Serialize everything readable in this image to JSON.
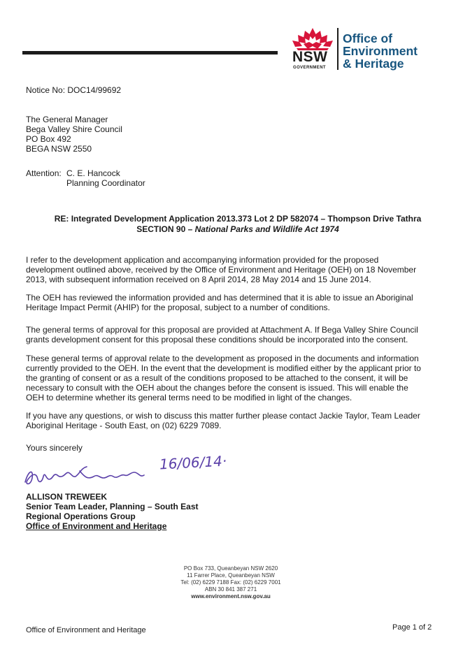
{
  "header": {
    "logo_nsw": "NSW",
    "logo_government": "GOVERNMENT",
    "agency_lines": [
      "Office of",
      "Environment",
      "& Heritage"
    ],
    "colors": {
      "waratah_red": "#d7153a",
      "agency_blue": "#17557f"
    }
  },
  "notice": "Notice No: DOC14/99692",
  "recipient": {
    "lines": [
      "The General Manager",
      "Bega Valley Shire Council",
      "PO Box 492",
      "BEGA NSW 2550"
    ]
  },
  "attention": {
    "label": "Attention:",
    "name": "C. E. Hancock",
    "title": "Planning Coordinator"
  },
  "subject": {
    "line1": "RE: Integrated Development Application 2013.373 Lot 2 DP 582074 – Thompson Drive Tathra",
    "line2_prefix": "SECTION 90 – ",
    "line2_act": "National Parks and Wildlife Act 1974"
  },
  "body": {
    "p1": [
      "I refer to the development application and accompanying information provided for the proposed",
      "development outlined above, received by the Office of Environment and Heritage (OEH) on 18 November",
      "2013, with subsequent information received on 8 April 2014, 28 May 2014 and 15 June 2014."
    ],
    "p2": [
      "The OEH has reviewed the information provided and has determined that it is able to issue an Aboriginal",
      "Heritage Impact Permit (AHIP) for the proposal, subject to a number of conditions."
    ],
    "p3": [
      "The general terms of approval for this proposal are provided at Attachment A. If Bega Valley Shire Council",
      "grants development consent for this proposal these conditions should be incorporated into the consent."
    ],
    "p4": [
      "These general terms of approval relate to the development as proposed in the documents and information",
      "currently provided to the OEH. In the event that the development is modified either by the applicant prior to",
      "the granting of consent or as a result of the conditions proposed to be attached to the consent, it will be",
      "necessary to consult with the OEH about the changes before the consent is issued. This will enable the",
      "OEH to determine whether its general terms need to be modified in light of the changes."
    ],
    "p5": [
      "If you have any questions, or wish to discuss this matter further please contact Jackie Taylor, Team Leader",
      "Aboriginal Heritage - South East, on (02) 6229 7089."
    ]
  },
  "closing": "Yours sincerely",
  "signature": {
    "handwritten_date": "16/06/14·",
    "ink_color": "#5a3fa8"
  },
  "signer": {
    "name": "ALLISON TREWEEK",
    "title": "Senior Team Leader, Planning – South East",
    "group": "Regional Operations Group",
    "office": "Office of Environment and Heritage"
  },
  "footer_address": {
    "lines": [
      "PO Box 733, Queanbeyan NSW 2620",
      "11 Farrer Place, Queanbeyan NSW",
      "Tel: (02) 6229 7188    Fax: (02) 6229 7001",
      "ABN 30 841 387 271"
    ],
    "web": "www.environment.nsw.gov.au"
  },
  "footer_left": "Office of Environment and Heritage",
  "footer_right": "Page 1 of 2"
}
